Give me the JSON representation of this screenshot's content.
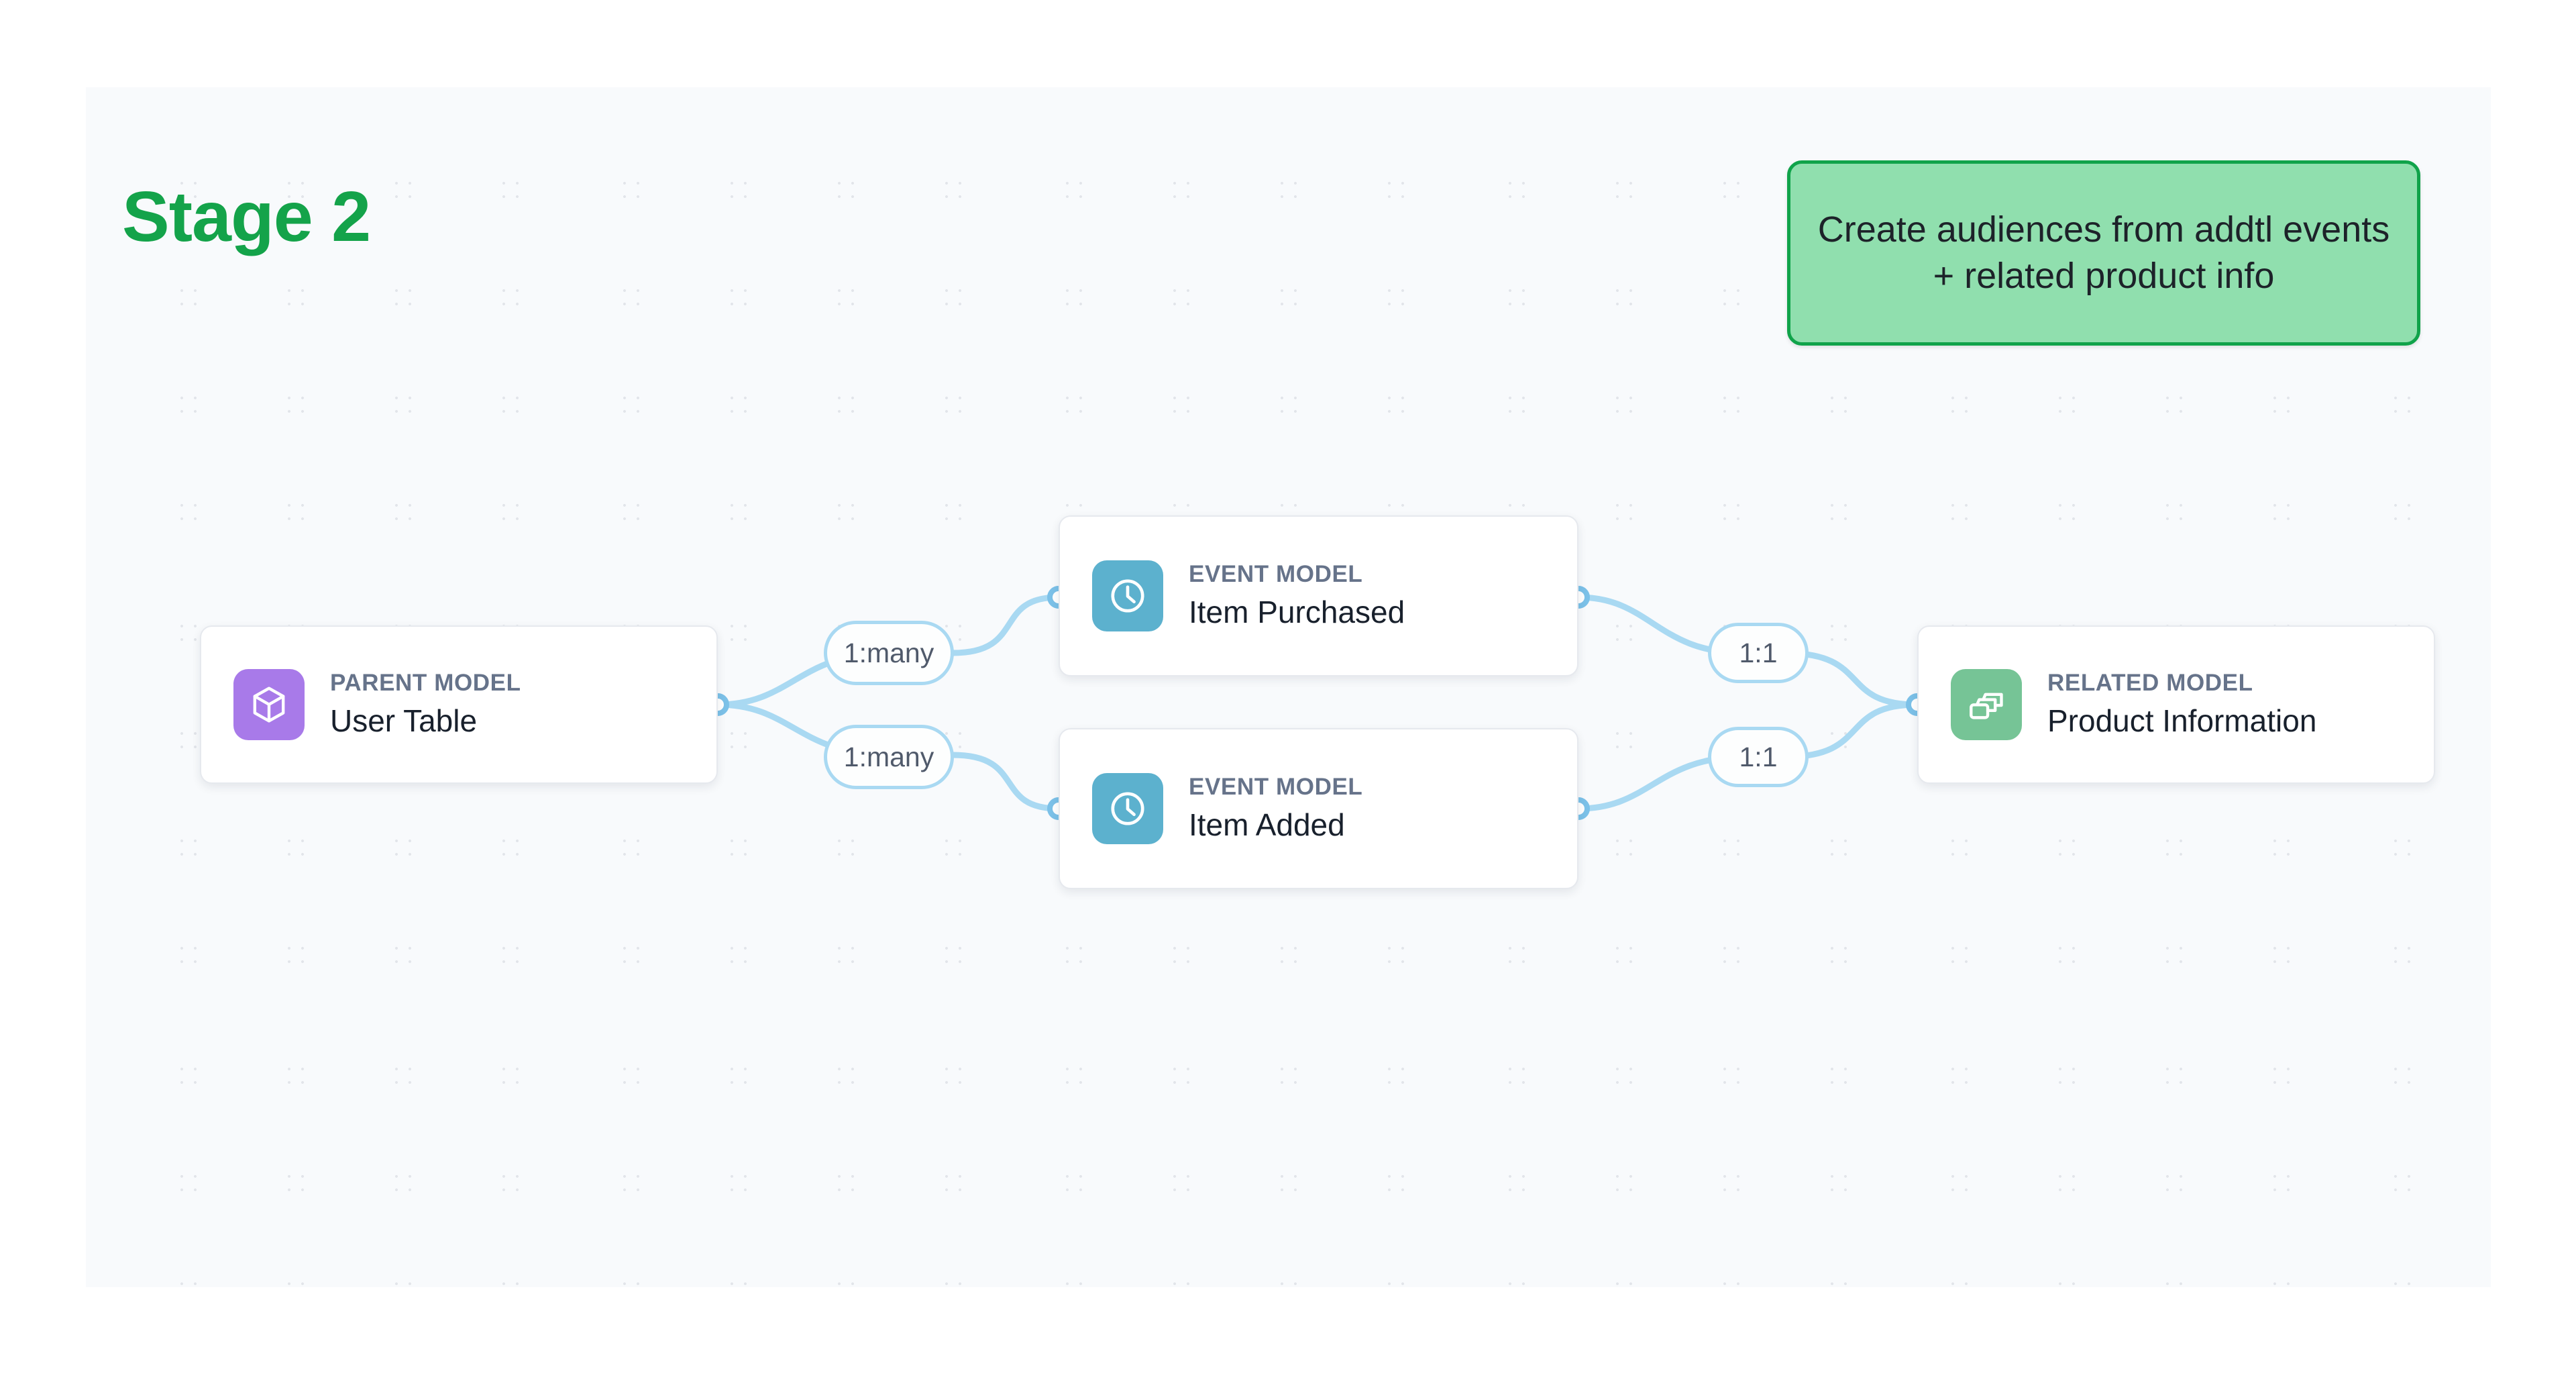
{
  "page": {
    "stage_title": "Stage 2",
    "title_color": "#14a34a",
    "canvas_bg": "#f8fafc"
  },
  "callout": {
    "text": "Create audiences from addtl events + related product info",
    "fill": "#90dfae",
    "border": "#10a34a"
  },
  "nodes": [
    {
      "id": "parent",
      "kicker": "PARENT MODEL",
      "title": "User Table",
      "icon": "cube-icon",
      "icon_color": "#a87ae9"
    },
    {
      "id": "event1",
      "kicker": "EVENT MODEL",
      "title": "Item Purchased",
      "icon": "clock-icon",
      "icon_color": "#5cb1ce"
    },
    {
      "id": "event2",
      "kicker": "EVENT MODEL",
      "title": "Item Added",
      "icon": "clock-icon",
      "icon_color": "#5cb1ce"
    },
    {
      "id": "related",
      "kicker": "RELATED MODEL",
      "title": "Product Information",
      "icon": "layers-icon",
      "icon_color": "#76c496"
    }
  ],
  "edges": [
    {
      "id": "e1",
      "from": "parent",
      "to": "event1",
      "label": "1:many"
    },
    {
      "id": "e2",
      "from": "parent",
      "to": "event2",
      "label": "1:many"
    },
    {
      "id": "e3",
      "from": "event1",
      "to": "related",
      "label": "1:1"
    },
    {
      "id": "e4",
      "from": "event2",
      "to": "related",
      "label": "1:1"
    }
  ],
  "edge_color": "#a9d9f2"
}
